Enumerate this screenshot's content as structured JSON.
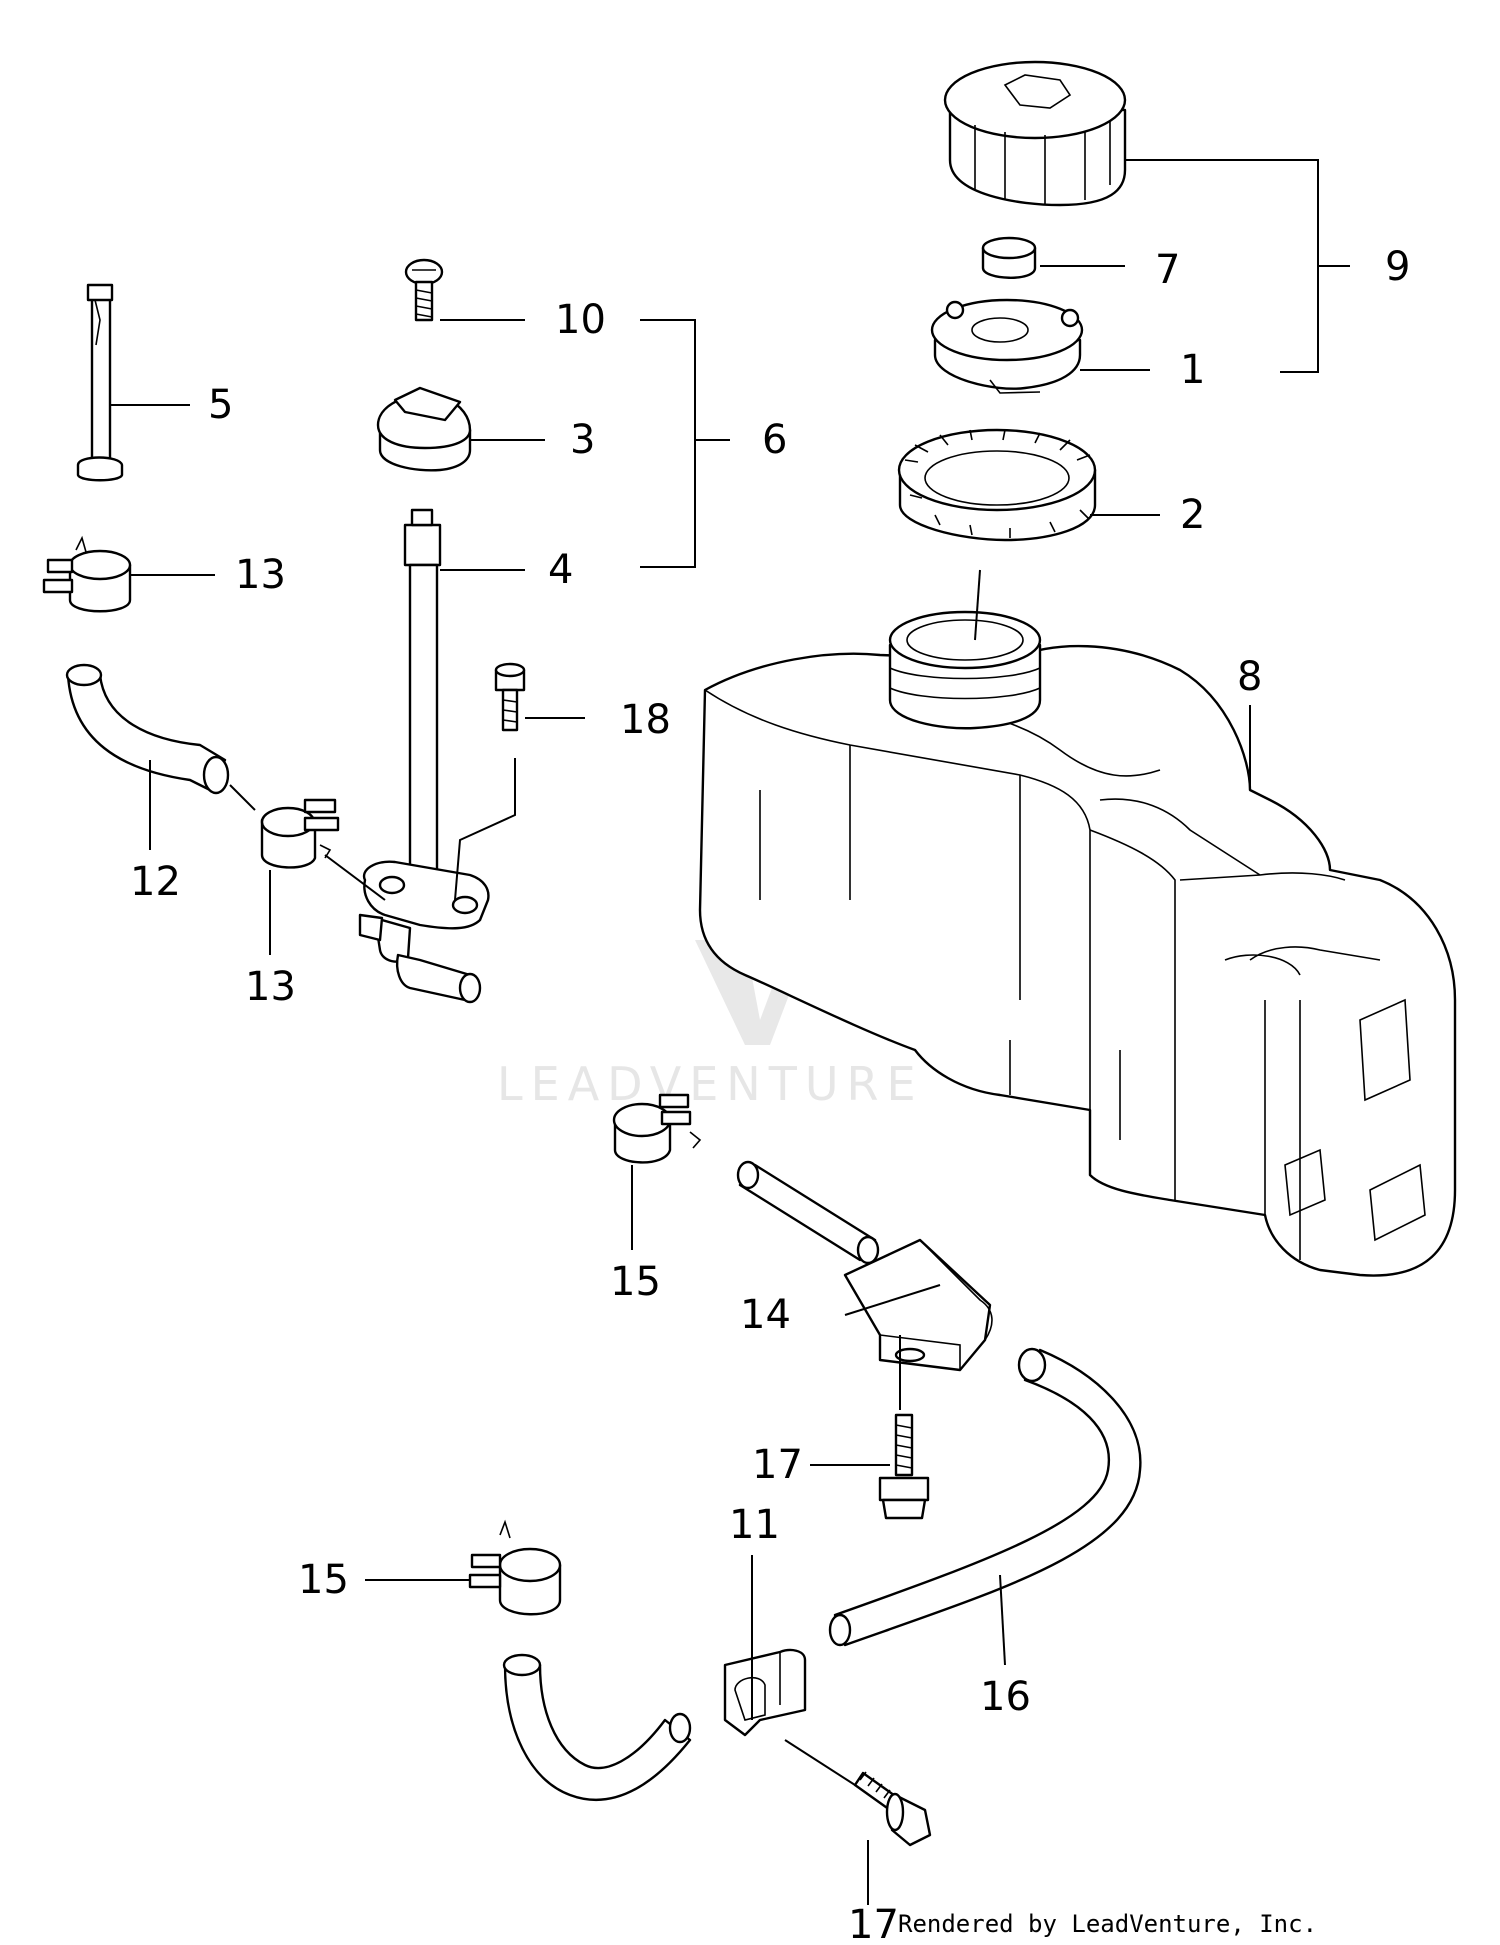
{
  "callouts": {
    "c1": "1",
    "c2": "2",
    "c3": "3",
    "c4": "4",
    "c5": "5",
    "c6": "6",
    "c7": "7",
    "c8": "8",
    "c9": "9",
    "c10": "10",
    "c11": "11",
    "c12": "12",
    "c13a": "13",
    "c13b": "13",
    "c14": "14",
    "c15a": "15",
    "c15b": "15",
    "c16": "16",
    "c17a": "17",
    "c17b": "17",
    "c18": "18"
  },
  "watermark": {
    "text": "LEADVENTURE"
  },
  "credit": {
    "text": "Rendered by LeadVenture, Inc."
  },
  "colors": {
    "ink": "#000000",
    "paper": "#ffffff",
    "watermark": "#e6e6e6"
  }
}
